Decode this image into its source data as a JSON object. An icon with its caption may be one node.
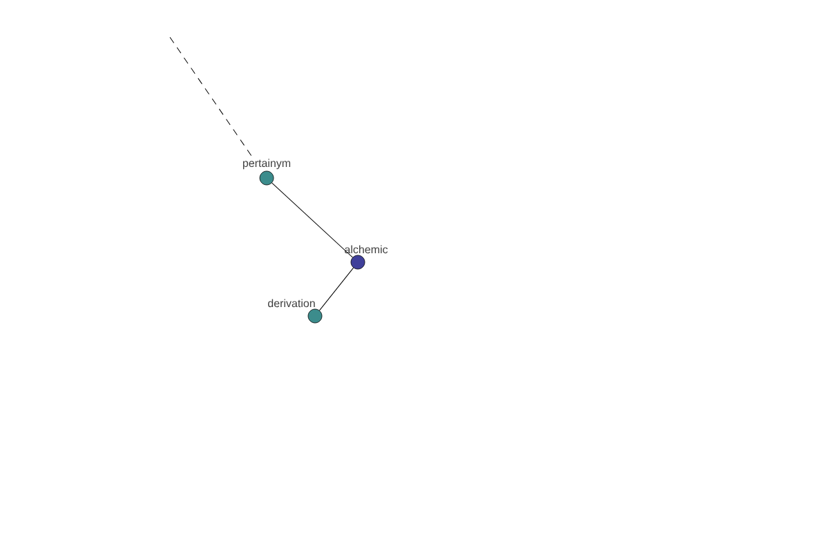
{
  "diagram": {
    "nodes": [
      {
        "text": [
          "pertainym"
        ]
      },
      {
        "text": [
          "alchemic"
        ]
      },
      {
        "text": [
          "derivation"
        ]
      }
    ],
    "edges": [
      {
        "from": null,
        "to": 0,
        "arrow": "none",
        "style": "dashed"
      },
      {
        "from": 1,
        "to": 0,
        "arrow": "none"
      },
      {
        "from": 1,
        "to": 2,
        "arrow": "none"
      }
    ]
  }
}
